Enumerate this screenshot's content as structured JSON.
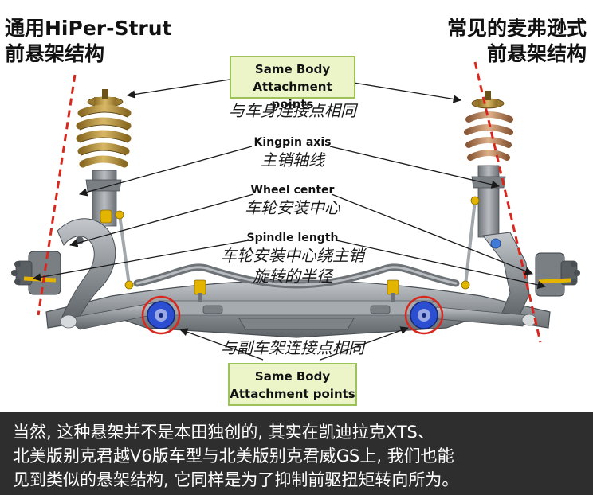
{
  "titles": {
    "left_line1": "通用HiPer-Strut",
    "left_line2": "前悬架结构",
    "right_line1": "常见的麦弗逊式",
    "right_line2": "前悬架结构"
  },
  "callouts": {
    "top_box": {
      "line1": "Same Body",
      "line2": "Attachment points"
    },
    "top_box_cn": "与车身连接点相同",
    "kingpin_en": "Kingpin axis",
    "kingpin_cn": "主销轴线",
    "wheel_center_en": "Wheel center",
    "wheel_center_cn": "车轮安装中心",
    "spindle_en": "Spindle length",
    "spindle_cn_line1": "车轮安装中心绕主销",
    "spindle_cn_line2": "旋转的半径",
    "subframe_cn": "与副车架连接点相同",
    "bottom_box": {
      "line1": "Same Body",
      "line2": "Attachment points"
    }
  },
  "caption": {
    "line1": "当然, 这种悬架并不是本田独创的, 其实在凯迪拉克XTS、",
    "line2": "北美版别克君越V6版车型与北美版别克君威GS上, 我们也能",
    "line3": "见到类似的悬架结构, 它同样是为了抑制前驱扭矩转向所为。"
  },
  "colors": {
    "axis_dash": "#d8281e",
    "label_box_fill": "#ebf5c8",
    "label_box_border": "#9dc25c",
    "caption_bg": "#2e2e2e",
    "spring_left": "#b8963c",
    "spring_right": "#c08a5a",
    "metal": "#8c9196",
    "bushing": "#2b4fd0"
  }
}
